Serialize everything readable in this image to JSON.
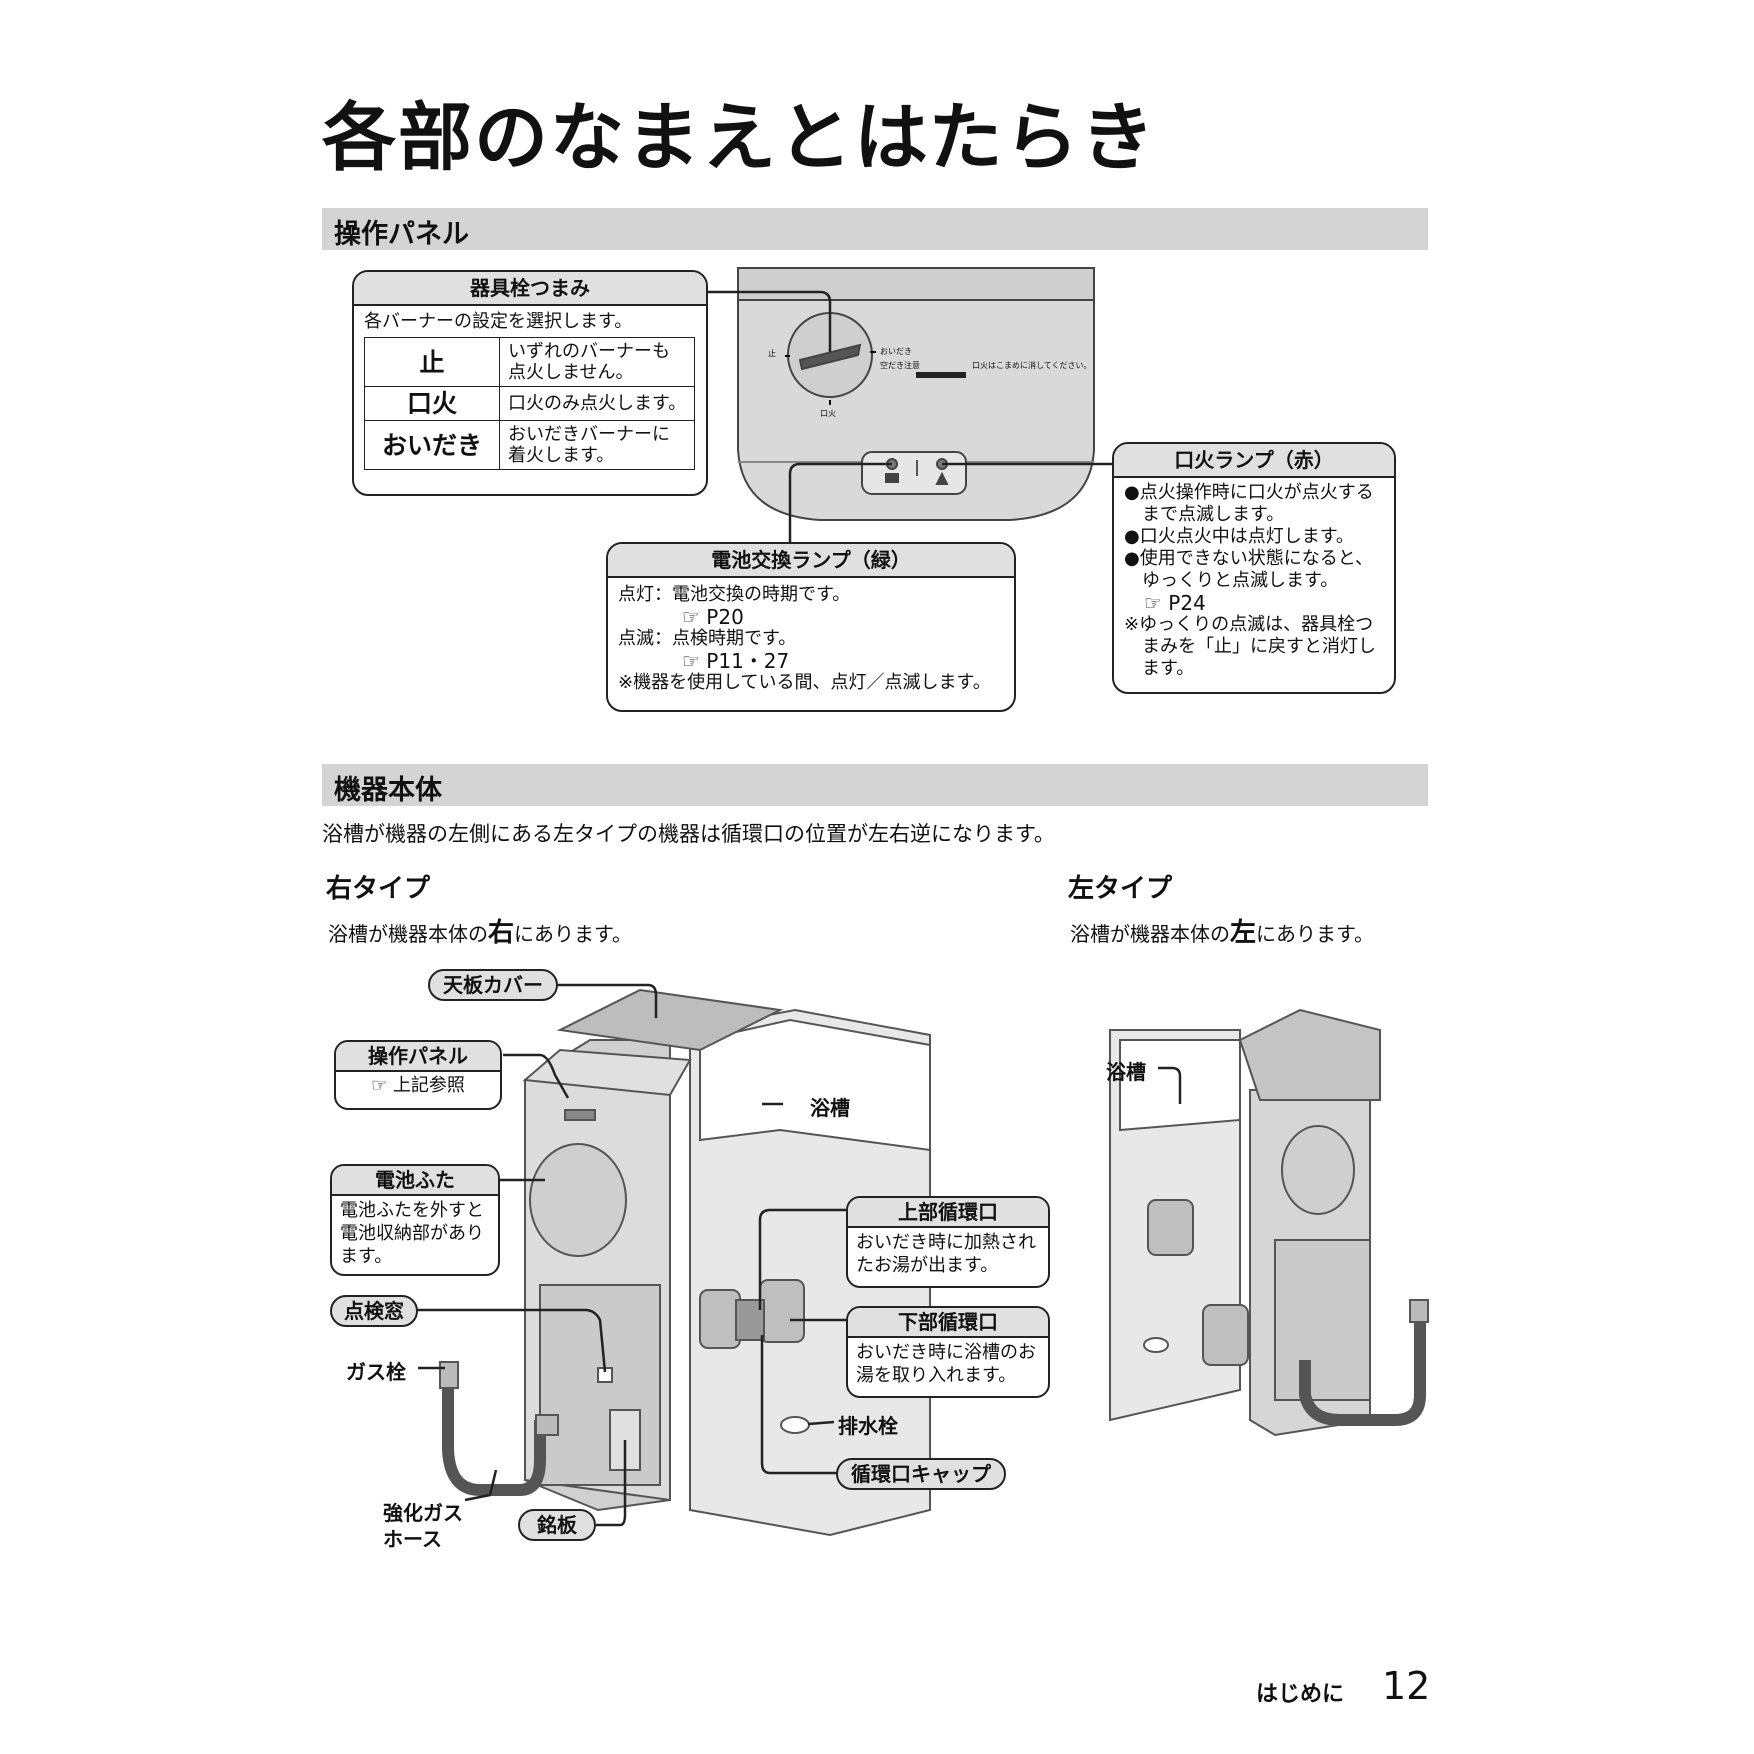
{
  "page": {
    "title": "各部のなまえとはたらき",
    "footer_section": "はじめに",
    "footer_page": "12"
  },
  "panel_section": {
    "heading": "操作パネル",
    "knob": {
      "title": "器具栓つまみ",
      "intro": "各バーナーの設定を選択します。",
      "rows": [
        {
          "key": "止",
          "desc": [
            "いずれのバーナーも",
            "点火しません。"
          ]
        },
        {
          "key": "口火",
          "desc": [
            "口火のみ点火します。"
          ]
        },
        {
          "key": "おいだき",
          "desc": [
            "おいだきバーナーに",
            "着火します。"
          ]
        }
      ]
    },
    "battery_lamp": {
      "title": "電池交換ランプ（緑）",
      "line1": "点灯：電池交換の時期です。",
      "ref1": "P20",
      "line2": "点滅：点検時期です。",
      "ref2": "P11・27",
      "note": "※機器を使用している間、点灯／点滅します。"
    },
    "pilot_lamp": {
      "title": "口火ランプ（赤）",
      "lines": [
        "●点火操作時に口火が点火する",
        "　まで点滅します。",
        "●口火点火中は点灯します。",
        "●使用できない状態になると、",
        "　ゆっくりと点滅します。"
      ],
      "ref": "P24",
      "notes": [
        "※ゆっくりの点滅は、器具栓つ",
        "　まみを「止」に戻すと消灯し",
        "　ます。"
      ]
    },
    "device_labels": {
      "stop": "止",
      "pilot": "口火",
      "reheat": "おいだき",
      "empty_warning": "空だき注意",
      "pilot_note": "口火はこまめに消してください。"
    }
  },
  "body_section": {
    "heading": "機器本体",
    "intro": "浴槽が機器の左側にある左タイプの機器は循環口の位置が左右逆になります。",
    "right_type": {
      "heading": "右タイプ",
      "desc_pre": "浴槽が機器本体の",
      "desc_big": "右",
      "desc_post": "にあります。"
    },
    "left_type": {
      "heading": "左タイプ",
      "desc_pre": "浴槽が機器本体の",
      "desc_big": "左",
      "desc_post": "にあります。"
    },
    "labels": {
      "top_cover": "天板カバー",
      "panel": "操作パネル",
      "panel_ref": "上記参照",
      "battery_cover": "電池ふた",
      "battery_cover_desc": [
        "電池ふたを外すと",
        "電池収納部があり",
        "ます。"
      ],
      "inspection_window": "点検窓",
      "gas_valve": "ガス栓",
      "gas_hose": [
        "強化ガス",
        "ホース"
      ],
      "nameplate": "銘板",
      "bathtub": "浴槽",
      "upper_port": "上部循環口",
      "upper_port_desc": [
        "おいだき時に加熱され",
        "たお湯が出ます。"
      ],
      "lower_port": "下部循環口",
      "lower_port_desc": [
        "おいだき時に浴槽のお",
        "湯を取り入れます。"
      ],
      "drain_plug": "排水栓",
      "port_cap": "循環口キャップ",
      "bathtub_left": "浴槽"
    }
  },
  "colors": {
    "section_bar": "#d4d4d4",
    "label_fill": "#e0e0e0",
    "device_fill": "#d9d9d9"
  }
}
